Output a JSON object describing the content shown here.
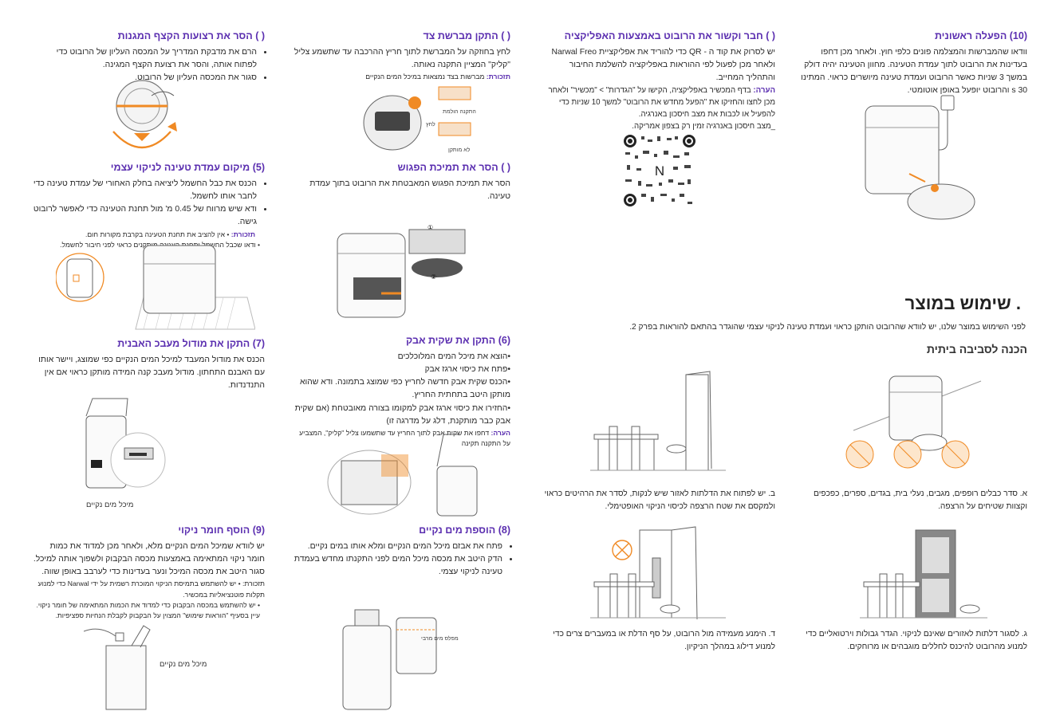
{
  "col1": {
    "s1": {
      "title": "(  ) הסר את רצועות הקצף המגנות",
      "bullets": [
        "הרם את מדבקת המדריך על המכסה העליון של הרובוט כדי לפתוח אותה, והסר את רצועת הקצף המגינה.",
        "סגור את המכסה העליון של הרובוט."
      ]
    },
    "s5": {
      "title": "(5) מיקום עמדת טעינה לניקוי עצמי",
      "bullets": [
        "הכנס את כבל החשמל ליציאה בחלק האחורי של עמדת טעינה כדי  לחבר אותו לחשמל.",
        "ודא שיש מרווח של 0.45 מ' מול תחנת הטעינה כדי לאפשר לרובוט גישה."
      ],
      "notes": [
        "תזכורת: • אין להציב את תחנת הטעינה בקרבת מקורות חום.",
        "• ודאו שכבל החשמל ותחנת העגינה מותקנים כראוי לפני חיבור לחשמל."
      ]
    },
    "s7": {
      "title": "(7) התקן את מודול מעבכ האבנית",
      "text": "הכנס את מודול המעבד למיכל המים הנקיים כפי שמוצג, ויישר אותו עם האבנם התחתון. מודול מעבכ קנה המידה מותקן כראוי אם אין התנדנדות.",
      "caption": "מיכל מים נקיים"
    },
    "s9": {
      "title": "(9) הוסף חומר ניקוי",
      "text": "יש לוודא שמיכל המים הנקיים מלא, ולאחר מכן למדוד את כמות חומר ניקוי המתאימה באמצעות מכסה הבקבוק ולשפוך אותה למיכל. סגור היטב את מכסה המיכל ונער בעדינות כדי לערבב באופן שווה.",
      "note1": "תזכורת: • יש להשתמש בתמיסת הניקוי המוכרת רשמית על ידי Narwal כדי למנוע תקלות פוטנציאליות במכשיר.",
      "note2": "• יש להשתמש במכסה הבקבוק כדי למדוד את הכמות המתאימה של חומר ניקוי. עיין בסעיף \"הוראות שימוש\" המצוין על הבקבוק לקבלת הנחיות ספציפיות.",
      "caption": "מיכל מים נקיים"
    }
  },
  "col2": {
    "s_brush": {
      "title": "(  ) התקן מברשת צד",
      "text": "לחץ בחוזקה על המברשת לתוך חריץ ההרכבה עד שתשמע צליל \"קליק\" המציין התקנה נאותה.",
      "note": "תזכורת: מברשות בצד נמצאות במיכל המים הנקיים",
      "lbl_ok": "התקנה הולמת",
      "lbl_press": "לחץ",
      "lbl_bad": "לא מותקן"
    },
    "s_bumper": {
      "title": "(  ) הסר את תמיכת הפגוש",
      "text": "הסר את תמיכת הפגוש המאבטחת את הרובוט בתוך עמדת טעינה.",
      "n1": "①",
      "n2": "②"
    },
    "s6": {
      "title": "(6) התקן את שקית אבק",
      "items": [
        "•הוצא את מיכל המים המלוכלכים",
        "•פתח את כיסוי ארגז אבק",
        "•הכנס שקית אבק חדשה לחריץ כפי שמוצג בתמונה. ודא שהוא מותקן היטב בתחתית החריץ.",
        "•החזירו את כיסוי ארגז אבק למקומו בצורה מאובטחת (אם שקית אבק כבר מותקנת, דלג על מדרגה זו)"
      ],
      "note": "הערה: דחפו את שקית אבק לתוך החריץ עד שתשמעו צליל \"קליק\", המצביע על התקנה תקינה"
    },
    "s8": {
      "title": "(8) הוספת מים נקיים",
      "bullets": [
        "פתח את אבזם מיכל המים הנקיים ומלא אותו במים נקיים.",
        "הדק היטב את מכסה מיכל המים לפני התקנתו מחדש בעמדת טעינה לניקוי עצמי."
      ],
      "lbl": "מפלס מים מרבי"
    }
  },
  "col3": {
    "s_app": {
      "title": "(  ) חבר וקשור את הרובוט באמצעות האפליקציה",
      "text": "יש לסרוק את קוד ה - QR כדי להוריד את אפליקציית Narwal Freo ולאחר מכן לפעול לפי ההוראות באפליקציה להשלמת החיבור והתהליך המחייב.",
      "note": "הערה: בדף המכשיר באפליקציה, הקישו על \"הגדרות\" > \"מכשיר\" ולאחר מכן לחצו והחזיקו את \"הפעל מחדש את הרובוט\" למשך 10 שניות כדי להפעיל או לכבות את מצב חיסכון באנרגיה.",
      "note2": "_מצב חיסכון באנרגיה זמין רק בצפון אמריקה.",
      "qr_center": "N"
    }
  },
  "col4": {
    "s10": {
      "title": "(10) הפעלה ראשונית",
      "text": "וודאו שהמברשות והמצלמה פונים כלפי חוץ. ולאחר מכן דחפו בעדינות את הרובוט לתוך עמדת הטעינה. מחוון הטעינה יהיה דולק במשך 3 שניות כאשר הרובוט ועמדת טעינה מיושרים כראוי. המתינו 30 s והרובוט יופעל באופן אוטומטי."
    }
  },
  "usage": {
    "title": ". שימוש במוצר",
    "intro": "לפני השימוש במוצר שלנו, יש לוודא שהרובוט הותקן כראוי ועמדת טעינה לניקוי עצמי שהוגדר בהתאם להוראות בפרק 2.",
    "subtitle": "הכנה לסביבה ביתית",
    "cap_a": "א. סדר כבלים רופפים, מגבים, נעלי בית, בגדים, ספרים, כפכפים וקצוות שטיחים על הרצפה.",
    "cap_b": "ב. יש לפתוח את הדלתות לאזור שיש לנקות, לסדר את הרהיטים כראוי ולמקסם את שטח הרצפה לכיסוי הניקוי האופטימלי.",
    "cap_c": "ג. לסגור דלתות לאזורים שאינם לניקוי. הגדר גבולות וירטואליים כדי למנוע מהרובוט להיכנס לחללים מוגבהים או מרוחקים.",
    "cap_d": "ד. הימנע מעמידה מול הרובוט, על סף הדלת או במעברים צרים כדי למנוע דילוג במהלך הניקיון."
  },
  "colors": {
    "accent": "#5b2fb0",
    "orange": "#f08a24"
  }
}
